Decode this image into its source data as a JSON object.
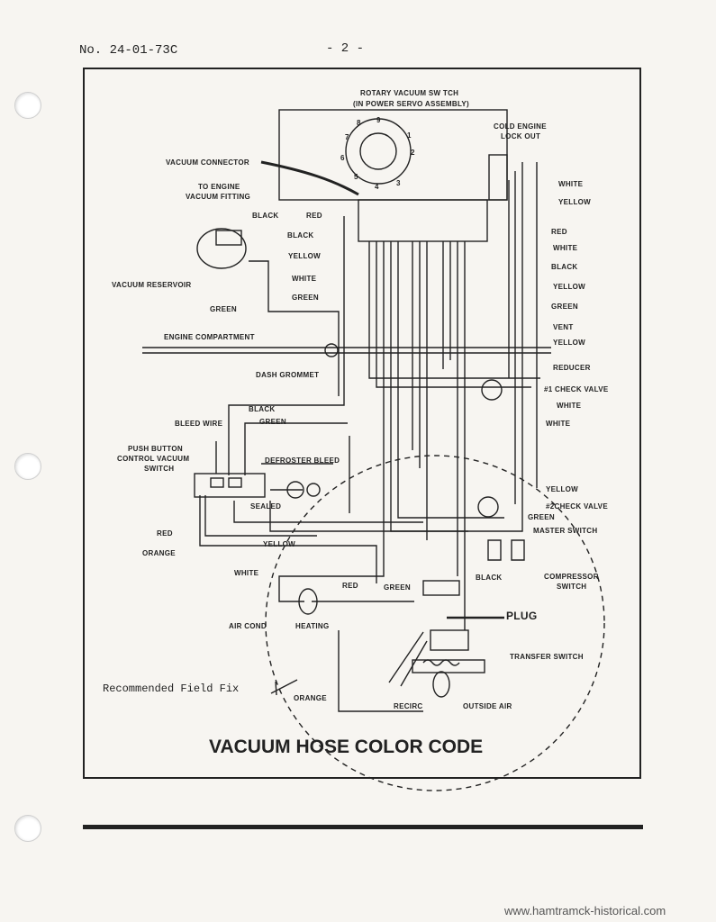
{
  "header": {
    "doc_number": "No. 24-01-73C",
    "page_number": "- 2 -"
  },
  "diagram": {
    "title": "VACUUM HOSE COLOR CODE",
    "field_fix_label": "Recommended Field Fix",
    "labels": {
      "rotary_switch_1": "ROTARY VACUUM SW TCH",
      "rotary_switch_2": "(IN POWER SERVO ASSEMBLY)",
      "cold_engine_1": "COLD ENGINE",
      "cold_engine_2": "LOCK OUT",
      "vacuum_connector": "VACUUM CONNECTOR",
      "to_engine_1": "TO ENGINE",
      "to_engine_2": "VACUUM FITTING",
      "vacuum_reservoir": "VACUUM RESERVOIR",
      "engine_compartment": "ENGINE COMPARTMENT",
      "dash_grommet": "DASH GROMMET",
      "bleed_wire": "BLEED WIRE",
      "push_button_1": "PUSH BUTTON",
      "push_button_2": "CONTROL VACUUM",
      "push_button_3": "SWITCH",
      "defroster_bleed": "DEFROSTER BLEED",
      "sealed": "SEALED",
      "vent": "VENT",
      "reducer": "REDUCER",
      "check_valve_1": "#1 CHECK VALVE",
      "check_valve_2": "#2CHECK VALVE",
      "master_switch": "MASTER SWITCH",
      "compressor_switch_1": "COMPRESSOR",
      "compressor_switch_2": "SWITCH",
      "plug": "PLUG",
      "transfer_switch": "TRANSFER SWITCH",
      "air_cond": "AIR COND",
      "heating": "HEATING",
      "recirc": "RECIRC",
      "outside_air": "OUTSIDE AIR"
    },
    "hose_colors": {
      "black": "BLACK",
      "red": "RED",
      "yellow": "YELLOW",
      "white": "WHITE",
      "green": "GREEN",
      "orange": "ORANGE"
    },
    "port_numbers": [
      "1",
      "2",
      "3",
      "4",
      "5",
      "6",
      "7",
      "8",
      "9"
    ]
  },
  "footer": {
    "watermark": "www.hamtramck-historical.com"
  }
}
